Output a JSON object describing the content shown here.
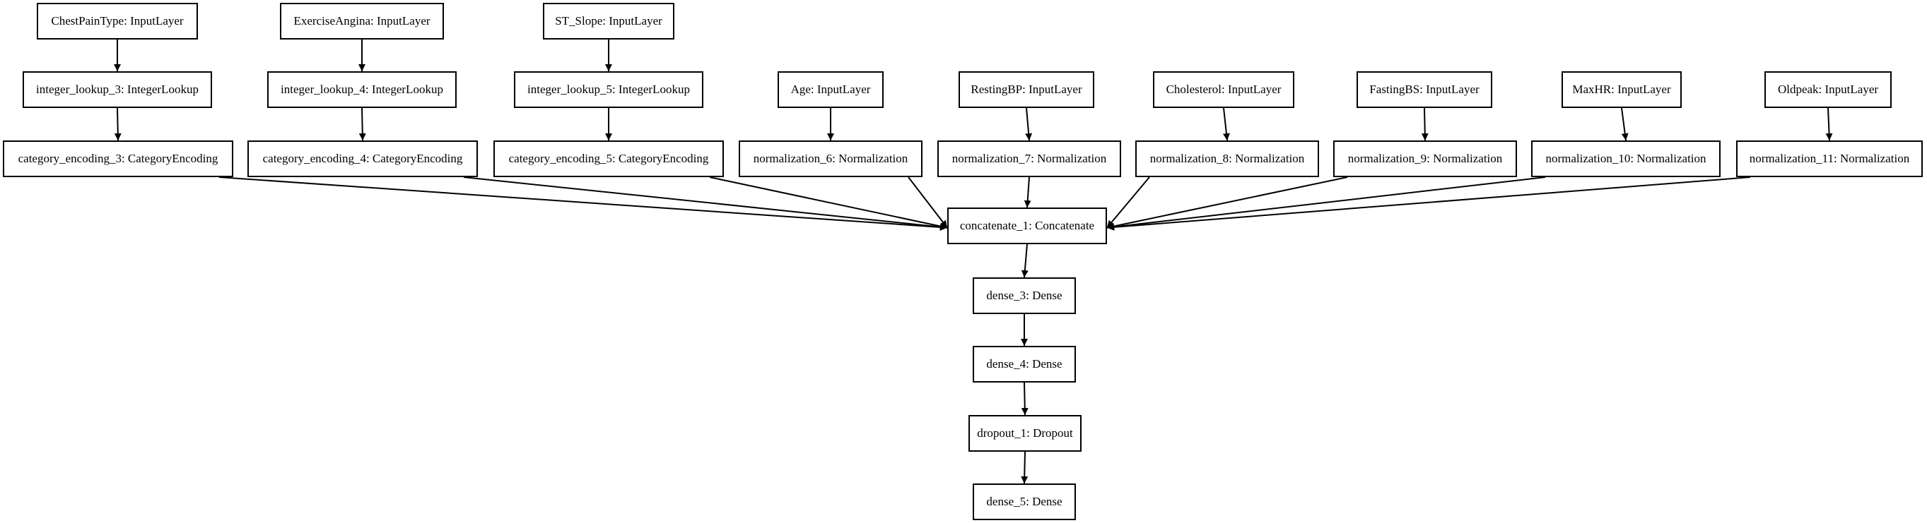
{
  "nodes": {
    "chestpaintype_input": "ChestPainType: InputLayer",
    "exerciseangina_input": "ExerciseAngina: InputLayer",
    "st_slope_input": "ST_Slope: InputLayer",
    "integer_lookup_3": "integer_lookup_3: IntegerLookup",
    "integer_lookup_4": "integer_lookup_4: IntegerLookup",
    "integer_lookup_5": "integer_lookup_5: IntegerLookup",
    "age_input": "Age: InputLayer",
    "restingbp_input": "RestingBP: InputLayer",
    "cholesterol_input": "Cholesterol: InputLayer",
    "fastingbs_input": "FastingBS: InputLayer",
    "maxhr_input": "MaxHR: InputLayer",
    "oldpeak_input": "Oldpeak: InputLayer",
    "category_encoding_3": "category_encoding_3: CategoryEncoding",
    "category_encoding_4": "category_encoding_4: CategoryEncoding",
    "category_encoding_5": "category_encoding_5: CategoryEncoding",
    "normalization_6": "normalization_6: Normalization",
    "normalization_7": "normalization_7: Normalization",
    "normalization_8": "normalization_8: Normalization",
    "normalization_9": "normalization_9: Normalization",
    "normalization_10": "normalization_10: Normalization",
    "normalization_11": "normalization_11: Normalization",
    "concatenate_1": "concatenate_1: Concatenate",
    "dense_3": "dense_3: Dense",
    "dense_4": "dense_4: Dense",
    "dropout_1": "dropout_1: Dropout",
    "dense_5": "dense_5: Dense"
  },
  "edges": [
    [
      "chestpaintype_input",
      "integer_lookup_3"
    ],
    [
      "exerciseangina_input",
      "integer_lookup_4"
    ],
    [
      "st_slope_input",
      "integer_lookup_5"
    ],
    [
      "integer_lookup_3",
      "category_encoding_3"
    ],
    [
      "integer_lookup_4",
      "category_encoding_4"
    ],
    [
      "integer_lookup_5",
      "category_encoding_5"
    ],
    [
      "age_input",
      "normalization_6"
    ],
    [
      "restingbp_input",
      "normalization_7"
    ],
    [
      "cholesterol_input",
      "normalization_8"
    ],
    [
      "fastingbs_input",
      "normalization_9"
    ],
    [
      "maxhr_input",
      "normalization_10"
    ],
    [
      "oldpeak_input",
      "normalization_11"
    ],
    [
      "category_encoding_3",
      "concatenate_1"
    ],
    [
      "category_encoding_4",
      "concatenate_1"
    ],
    [
      "category_encoding_5",
      "concatenate_1"
    ],
    [
      "normalization_6",
      "concatenate_1"
    ],
    [
      "normalization_7",
      "concatenate_1"
    ],
    [
      "normalization_8",
      "concatenate_1"
    ],
    [
      "normalization_9",
      "concatenate_1"
    ],
    [
      "normalization_10",
      "concatenate_1"
    ],
    [
      "normalization_11",
      "concatenate_1"
    ],
    [
      "concatenate_1",
      "dense_3"
    ],
    [
      "dense_3",
      "dense_4"
    ],
    [
      "dense_4",
      "dropout_1"
    ],
    [
      "dropout_1",
      "dense_5"
    ]
  ]
}
